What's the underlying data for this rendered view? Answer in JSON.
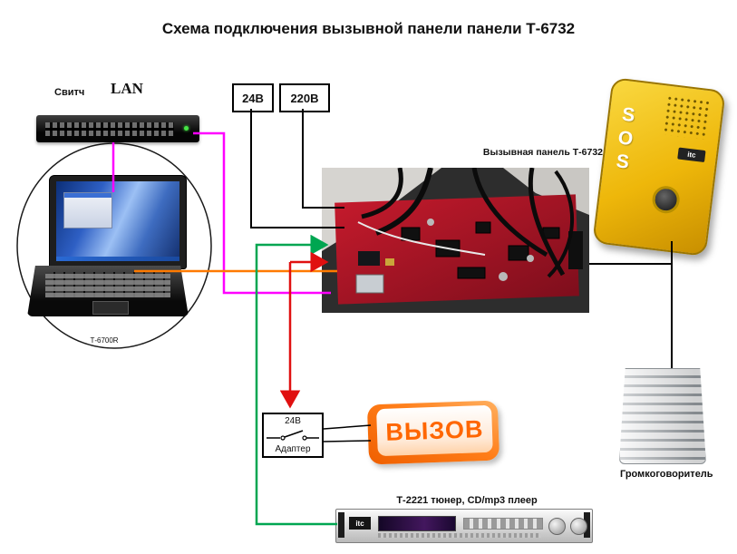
{
  "title": "Схема подключения вызывной панели панели Т-6732",
  "colors": {
    "magenta_cable": "#ff00ff",
    "green_cable": "#00a651",
    "orange_cable": "#ff7a00",
    "red_cable": "#e01010",
    "black_cable": "#000000",
    "sign_orange": "#ff6600",
    "panel_yellow": "#eeb70a"
  },
  "switch": {
    "label": "Свитч",
    "lan": "LAN"
  },
  "laptop": {
    "model": "Т-6700R"
  },
  "power": {
    "box_24v": "24В",
    "box_220v": "220В"
  },
  "panel": {
    "label": "Вызывная панель Т-6732",
    "sos": "SOS",
    "brand": "itc"
  },
  "speaker": {
    "label": "Громкоговоритель"
  },
  "adapter": {
    "voltage": "24В",
    "label": "Адаптер"
  },
  "sign": {
    "text": "ВЫЗОВ"
  },
  "tuner": {
    "label": "Т-2221 тюнер, CD/mp3 плеер",
    "brand": "itc"
  }
}
